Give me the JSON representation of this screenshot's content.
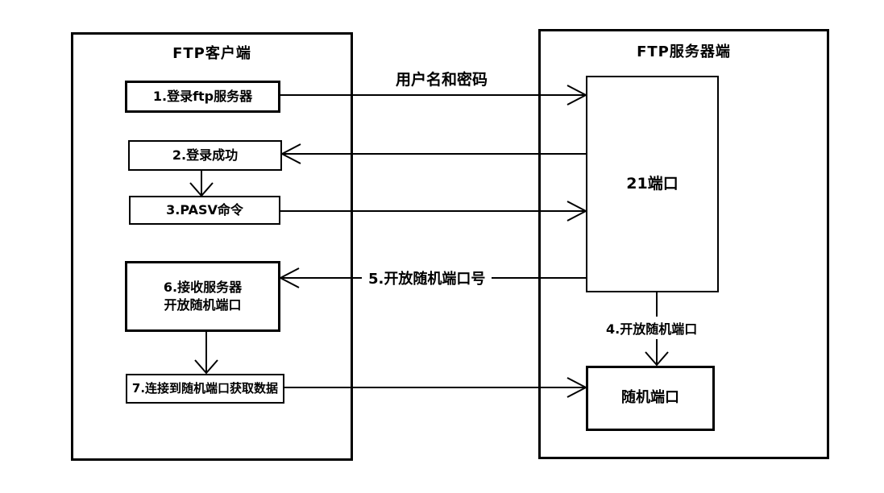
{
  "diagram": {
    "background": "#ffffff",
    "line_color": "#000000",
    "client": {
      "title": "FTP客户端",
      "steps": {
        "step1": "1.登录ftp服务器",
        "step2": "2.登录成功",
        "step3": "3.PASV命令",
        "step6": "6.接收服务器\n开放随机端口",
        "step7": "7.连接到随机端口获取数据"
      }
    },
    "server": {
      "title": "FTP服务器端",
      "port21": "21端口",
      "random_port": "随机端口"
    },
    "flow_labels": {
      "credentials": "用户名和密码",
      "step4": "4.开放随机端口",
      "step5": "5.开放随机端口号"
    }
  }
}
